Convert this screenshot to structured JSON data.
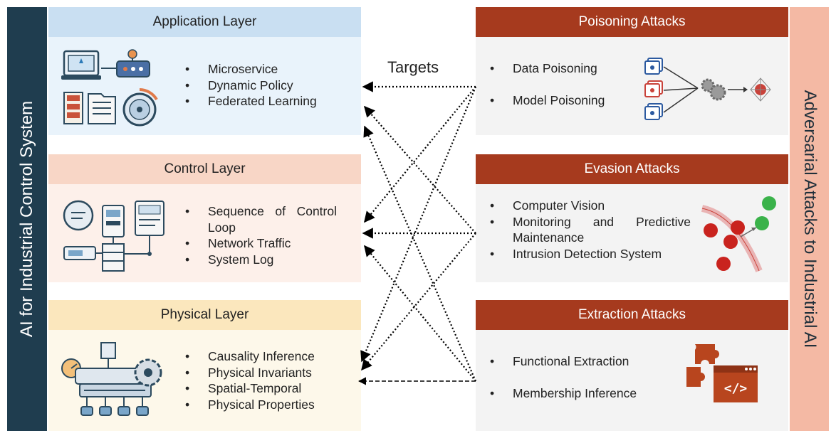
{
  "left_banner": "AI for Industrial Control System",
  "right_banner": "Adversarial Attacks to Industrial AI",
  "targets_label": "Targets",
  "layers": [
    {
      "title": "Application Layer",
      "items": [
        "Microservice",
        "Dynamic Policy",
        "Federated Learning"
      ]
    },
    {
      "title": "Control Layer",
      "items": [
        "Sequence of Control Loop",
        "Network Traffic",
        "System Log"
      ]
    },
    {
      "title": "Physical Layer",
      "items": [
        "Causality Inference",
        "Physical Invariants",
        "Spatial-Temporal",
        "Physical Properties"
      ]
    }
  ],
  "attacks": [
    {
      "title": "Poisoning Attacks",
      "items": [
        "Data Poisoning",
        "Model Poisoning"
      ]
    },
    {
      "title": "Evasion Attacks",
      "items": [
        "Computer Vision",
        "Monitoring and Predictive Maintenance",
        "Intrusion Detection System"
      ]
    },
    {
      "title": "Extraction Attacks",
      "items": [
        "Functional Extraction",
        "Membership Inference"
      ]
    }
  ],
  "icons": {
    "application": "computer-dashboard-gauge-illustration",
    "control": "control-devices-illustration",
    "physical": "industrial-machine-gears-illustration",
    "poisoning": "data-to-model-poisoning-icon",
    "evasion": "decision-boundary-dots-icon",
    "extraction": "puzzle-code-icon"
  },
  "colors": {
    "left_banner_bg": "#1f3d4f",
    "right_banner_bg": "#f4b9a4",
    "application_head": "#c9dff2",
    "application_body": "#e9f3fb",
    "control_head": "#f8d6c6",
    "control_body": "#fdf0ea",
    "physical_head": "#fbe7bd",
    "physical_body": "#fdf8ea",
    "attack_head": "#a63a1e",
    "attack_body": "#f3f3f3"
  }
}
